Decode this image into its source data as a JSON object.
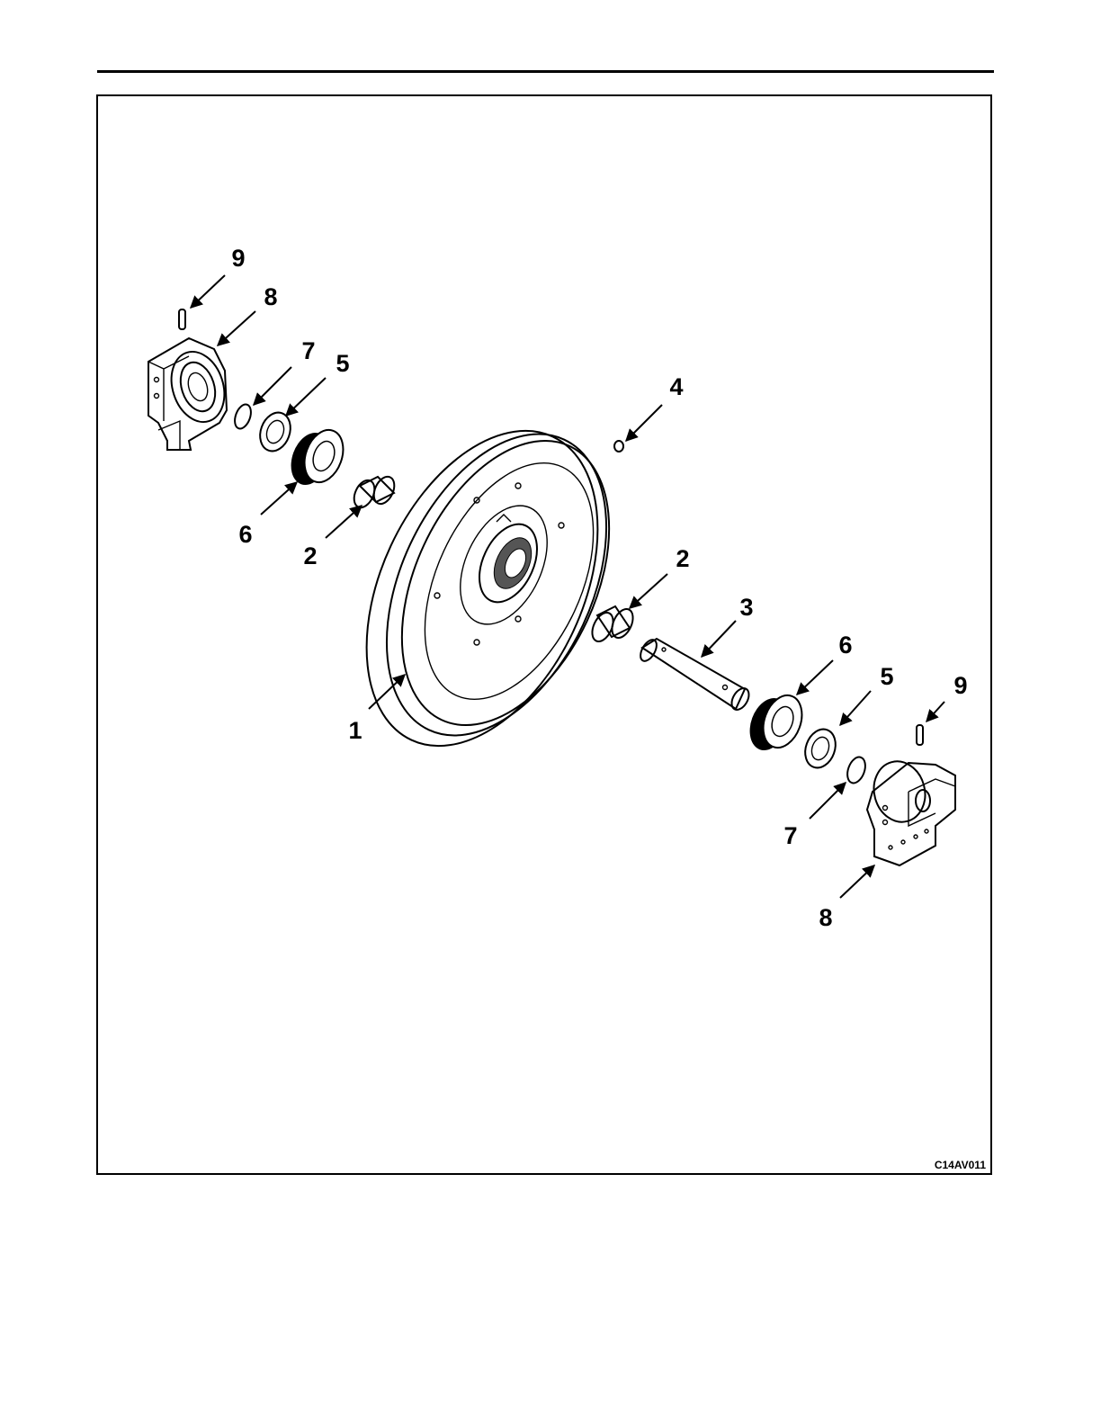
{
  "figure": {
    "id_code": "C14AV011",
    "callouts": [
      {
        "key": "left-pin",
        "label": "9"
      },
      {
        "key": "left-bracket",
        "label": "8"
      },
      {
        "key": "left-oring",
        "label": "7"
      },
      {
        "key": "left-washer",
        "label": "5"
      },
      {
        "key": "plug",
        "label": "4"
      },
      {
        "key": "left-seal",
        "label": "6"
      },
      {
        "key": "left-bushing",
        "label": "2"
      },
      {
        "key": "right-bushing",
        "label": "2"
      },
      {
        "key": "shaft",
        "label": "3"
      },
      {
        "key": "right-seal",
        "label": "6"
      },
      {
        "key": "right-washer",
        "label": "5"
      },
      {
        "key": "right-pin",
        "label": "9"
      },
      {
        "key": "idler-wheel",
        "label": "1"
      },
      {
        "key": "right-oring",
        "label": "7"
      },
      {
        "key": "right-bracket",
        "label": "8"
      }
    ]
  },
  "colors": {
    "ink": "#000000",
    "paper": "#ffffff"
  }
}
